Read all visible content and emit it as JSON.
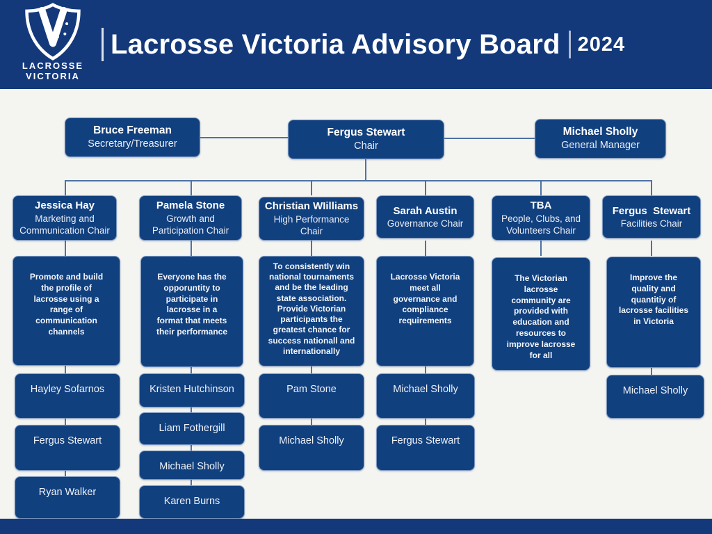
{
  "header": {
    "logo_line1": "LACROSSE",
    "logo_line2": "VICTORIA",
    "title": "Lacrosse Victoria Advisory Board",
    "year": "2024"
  },
  "executives": [
    {
      "name": "Bruce Freeman",
      "role": "Secretary/Treasurer"
    },
    {
      "name": "Fergus Stewart",
      "role": "Chair"
    },
    {
      "name": "Michael Sholly",
      "role": "General Manager"
    }
  ],
  "columns": [
    {
      "name": "Jessica Hay",
      "role": "Marketing and Communication Chair",
      "description": "Promote and build the profile of lacrosse using a range of communication channels",
      "members": [
        "Hayley Sofarnos",
        "Fergus Stewart",
        "Ryan Walker"
      ]
    },
    {
      "name": "Pamela Stone",
      "role": "Growth and Participation Chair",
      "description": "Everyone has the opporuntity to participate in lacrosse in a format that meets their performance",
      "members": [
        "Kristen Hutchinson",
        "Liam Fothergill",
        "Michael Sholly",
        "Karen Burns"
      ]
    },
    {
      "name": "Christian WIilliams",
      "role": "High Performance Chair",
      "description": "To consistently win national tournaments and be the leading state association. Provide Victorian participants the greatest chance for success nationall and internationally",
      "members": [
        "Pam Stone",
        "Michael Sholly"
      ]
    },
    {
      "name": "Sarah Austin",
      "role": "Governance Chair",
      "description": "Lacrosse Victoria meet all governance and compliance requirements",
      "members": [
        "Michael Sholly",
        "Fergus Stewart"
      ]
    },
    {
      "name": "TBA",
      "role": "People, Clubs, and Volunteers Chair",
      "description": "The Victorian lacrosse community are provided with education and resources to improve lacrosse for all",
      "members": []
    },
    {
      "name": "Fergus  Stewart",
      "role": "Facilities Chair",
      "description": "Improve the quality and quantitiy of lacrosse facilities in Victoria",
      "members": [
        "Michael Sholly"
      ]
    }
  ],
  "colors": {
    "navy_box": "#11407f",
    "navy_header": "#14397b",
    "background": "#f4f4f1",
    "connector": "#4e72a4",
    "text": "#ffffff"
  }
}
